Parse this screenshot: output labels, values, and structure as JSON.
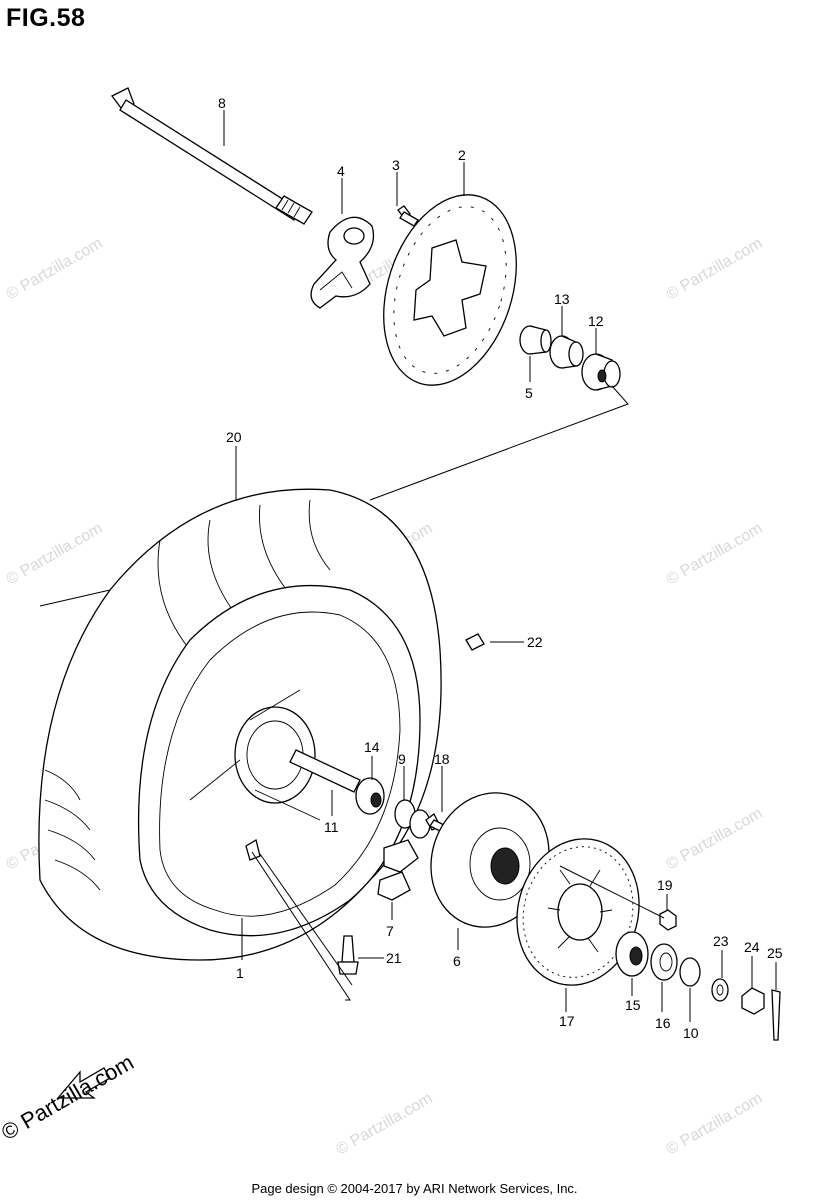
{
  "figure": {
    "title": "FIG.58"
  },
  "callouts": [
    {
      "id": "8",
      "label": "8"
    },
    {
      "id": "4",
      "label": "4"
    },
    {
      "id": "3",
      "label": "3"
    },
    {
      "id": "2",
      "label": "2"
    },
    {
      "id": "13",
      "label": "13"
    },
    {
      "id": "12",
      "label": "12"
    },
    {
      "id": "5",
      "label": "5"
    },
    {
      "id": "20",
      "label": "20"
    },
    {
      "id": "22",
      "label": "22"
    },
    {
      "id": "14",
      "label": "14"
    },
    {
      "id": "9",
      "label": "9"
    },
    {
      "id": "18",
      "label": "18"
    },
    {
      "id": "11",
      "label": "11"
    },
    {
      "id": "7",
      "label": "7"
    },
    {
      "id": "6",
      "label": "6"
    },
    {
      "id": "21",
      "label": "21"
    },
    {
      "id": "1",
      "label": "1"
    },
    {
      "id": "19",
      "label": "19"
    },
    {
      "id": "23",
      "label": "23"
    },
    {
      "id": "24",
      "label": "24"
    },
    {
      "id": "25",
      "label": "25"
    },
    {
      "id": "15",
      "label": "15"
    },
    {
      "id": "16",
      "label": "16"
    },
    {
      "id": "10",
      "label": "10"
    },
    {
      "id": "17",
      "label": "17"
    }
  ],
  "watermark": {
    "text": "© Partzilla.com"
  },
  "logo": {
    "text": "© Partzilla.com"
  },
  "footer": {
    "text": "Page design © 2004-2017 by ARI Network Services, Inc."
  }
}
